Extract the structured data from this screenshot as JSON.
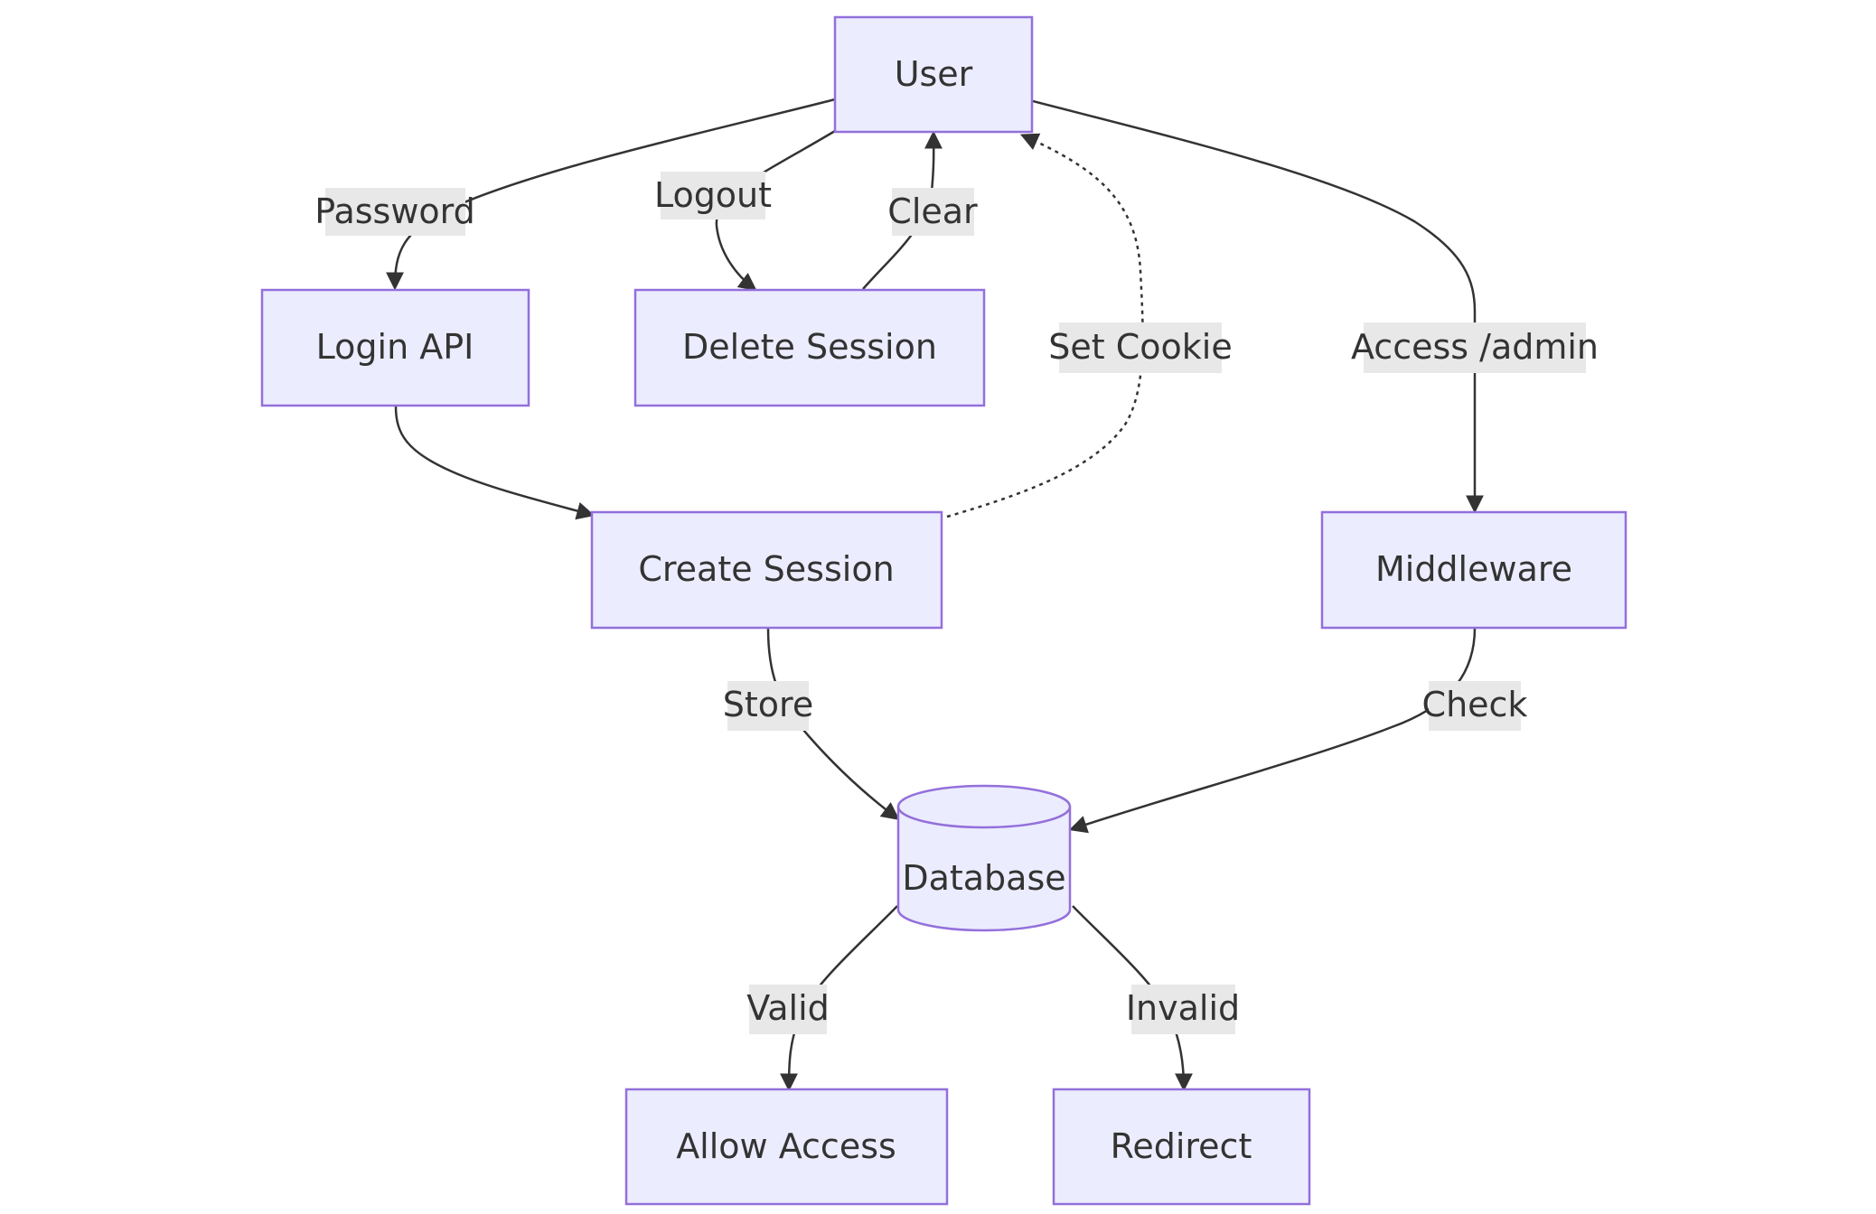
{
  "nodes": {
    "user": "User",
    "login_api": "Login API",
    "delete_session": "Delete Session",
    "create_session": "Create Session",
    "middleware": "Middleware",
    "database": "Database",
    "allow_access": "Allow Access",
    "redirect": "Redirect"
  },
  "edges": {
    "password": "Password",
    "logout": "Logout",
    "clear": "Clear",
    "set_cookie": "Set Cookie",
    "access_admin": "Access /admin",
    "store": "Store",
    "check": "Check",
    "valid": "Valid",
    "invalid": "Invalid"
  },
  "colors": {
    "node_fill": "#ECECFF",
    "node_stroke": "#9370DB",
    "edge": "#333333",
    "label_bg": "#e8e8e8"
  }
}
